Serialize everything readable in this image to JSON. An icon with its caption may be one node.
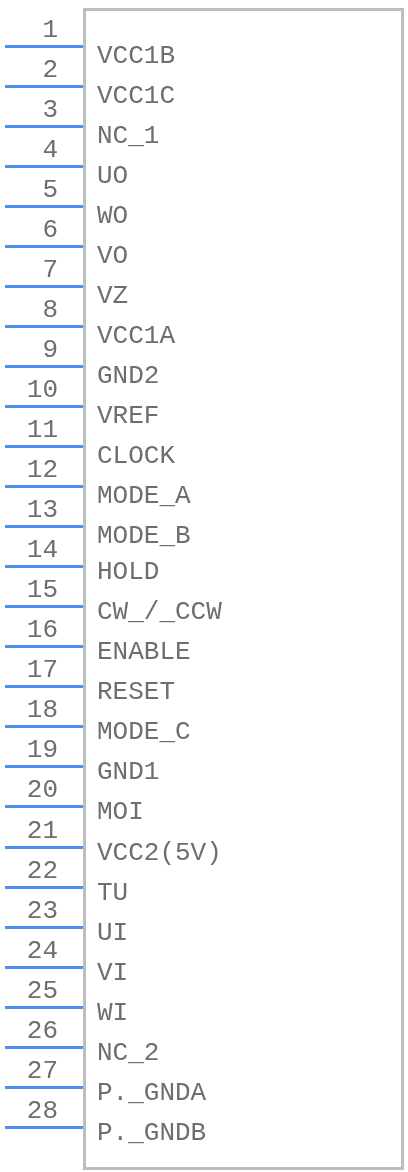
{
  "diagram": {
    "nodes": [
      {
        "text": [
          "VCC1B",
          "VCC1C",
          "NC_1",
          "UO",
          "WO",
          "VO",
          "VZ",
          "VCC1A",
          "GND2",
          "VREF",
          "CLOCK",
          "MODE_A",
          "MODE_B",
          "HOLD",
          "CW_/_CCW",
          "ENABLE",
          "RESET",
          "MODE_C",
          "GND1",
          "MOI",
          "VCC2(5V)",
          "TU",
          "UI",
          "VI",
          "WI",
          "NC_2",
          "P._GNDA",
          "P._GNDB"
        ]
      }
    ],
    "labels": [
      "1",
      "2",
      "3",
      "4",
      "5",
      "6",
      "7",
      "8",
      "9",
      "10",
      "11",
      "12",
      "13",
      "14",
      "15",
      "16",
      "17",
      "18",
      "19",
      "20",
      "21",
      "22",
      "23",
      "24",
      "25",
      "26",
      "27",
      "28"
    ]
  }
}
